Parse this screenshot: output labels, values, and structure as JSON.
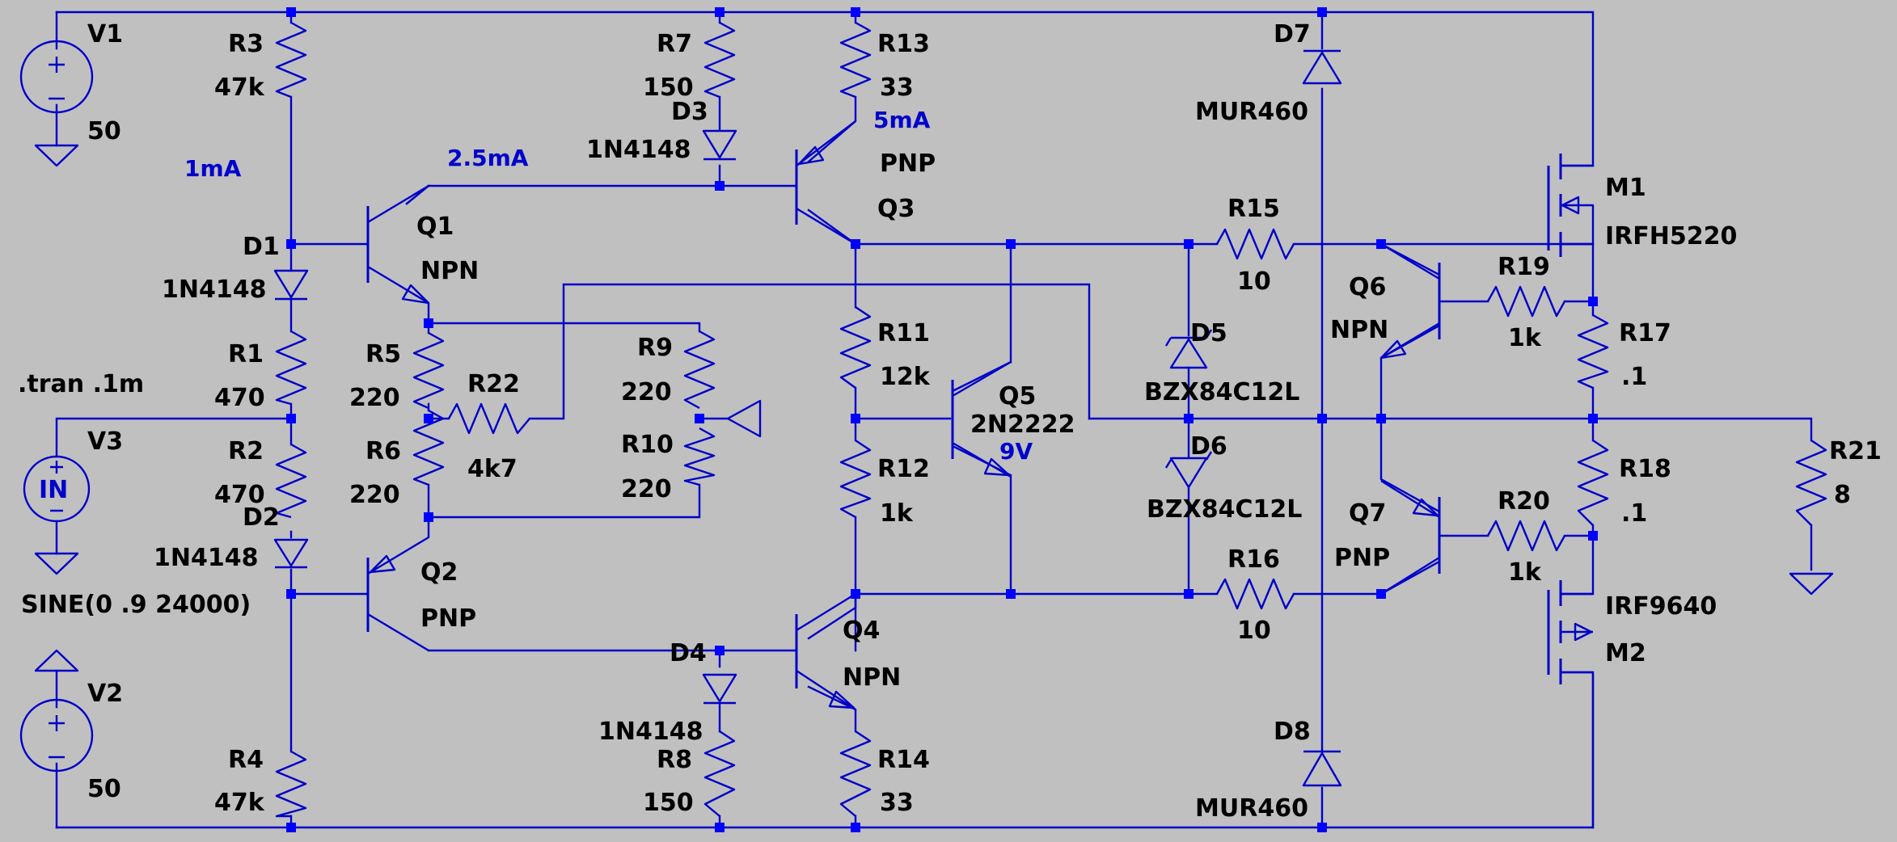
{
  "components": {
    "V1": {
      "name": "V1",
      "value": "50"
    },
    "V2": {
      "name": "V2",
      "value": "50"
    },
    "V3": {
      "name": "V3",
      "value": "SINE(0 .9 24000)",
      "port": "IN"
    },
    "R1": {
      "name": "R1",
      "value": "470"
    },
    "R2": {
      "name": "R2",
      "value": "470"
    },
    "R3": {
      "name": "R3",
      "value": "47k"
    },
    "R4": {
      "name": "R4",
      "value": "47k"
    },
    "R5": {
      "name": "R5",
      "value": "220"
    },
    "R6": {
      "name": "R6",
      "value": "220"
    },
    "R7": {
      "name": "R7",
      "value": "150"
    },
    "R8": {
      "name": "R8",
      "value": "150"
    },
    "R9": {
      "name": "R9",
      "value": "220"
    },
    "R10": {
      "name": "R10",
      "value": "220"
    },
    "R11": {
      "name": "R11",
      "value": "12k"
    },
    "R12": {
      "name": "R12",
      "value": "1k"
    },
    "R13": {
      "name": "R13",
      "value": "33"
    },
    "R14": {
      "name": "R14",
      "value": "33"
    },
    "R15": {
      "name": "R15",
      "value": "10"
    },
    "R16": {
      "name": "R16",
      "value": "10"
    },
    "R17": {
      "name": "R17",
      "value": ".1"
    },
    "R18": {
      "name": "R18",
      "value": ".1"
    },
    "R19": {
      "name": "R19",
      "value": "1k"
    },
    "R20": {
      "name": "R20",
      "value": "1k"
    },
    "R21": {
      "name": "R21",
      "value": "8"
    },
    "R22": {
      "name": "R22",
      "value": "4k7"
    },
    "D1": {
      "name": "D1",
      "value": "1N4148"
    },
    "D2": {
      "name": "D2",
      "value": "1N4148"
    },
    "D3": {
      "name": "D3",
      "value": "1N4148"
    },
    "D4": {
      "name": "D4",
      "value": "1N4148"
    },
    "D5": {
      "name": "D5",
      "value": "BZX84C12L"
    },
    "D6": {
      "name": "D6",
      "value": "BZX84C12L"
    },
    "D7": {
      "name": "D7",
      "value": "MUR460"
    },
    "D8": {
      "name": "D8",
      "value": "MUR460"
    },
    "Q1": {
      "name": "Q1",
      "value": "NPN"
    },
    "Q2": {
      "name": "Q2",
      "value": "PNP"
    },
    "Q3": {
      "name": "Q3",
      "value": "PNP"
    },
    "Q4": {
      "name": "Q4",
      "value": "NPN"
    },
    "Q5": {
      "name": "Q5",
      "value": "2N2222"
    },
    "Q6": {
      "name": "Q6",
      "value": "NPN"
    },
    "Q7": {
      "name": "Q7",
      "value": "PNP"
    },
    "M1": {
      "name": "M1",
      "value": "IRFH5220"
    },
    "M2": {
      "name": "M2",
      "value": "IRF9640"
    }
  },
  "directive": ".tran .1m",
  "notes": {
    "i_1ma": "1mA",
    "i_2_5ma": "2.5mA",
    "i_5ma": "5mA",
    "v_9v": "9V"
  },
  "colors": {
    "wire": "#0000c8",
    "junction": "#0000ff",
    "background": "#c0c0c0",
    "note": "#0000cc",
    "label": "#000000"
  }
}
